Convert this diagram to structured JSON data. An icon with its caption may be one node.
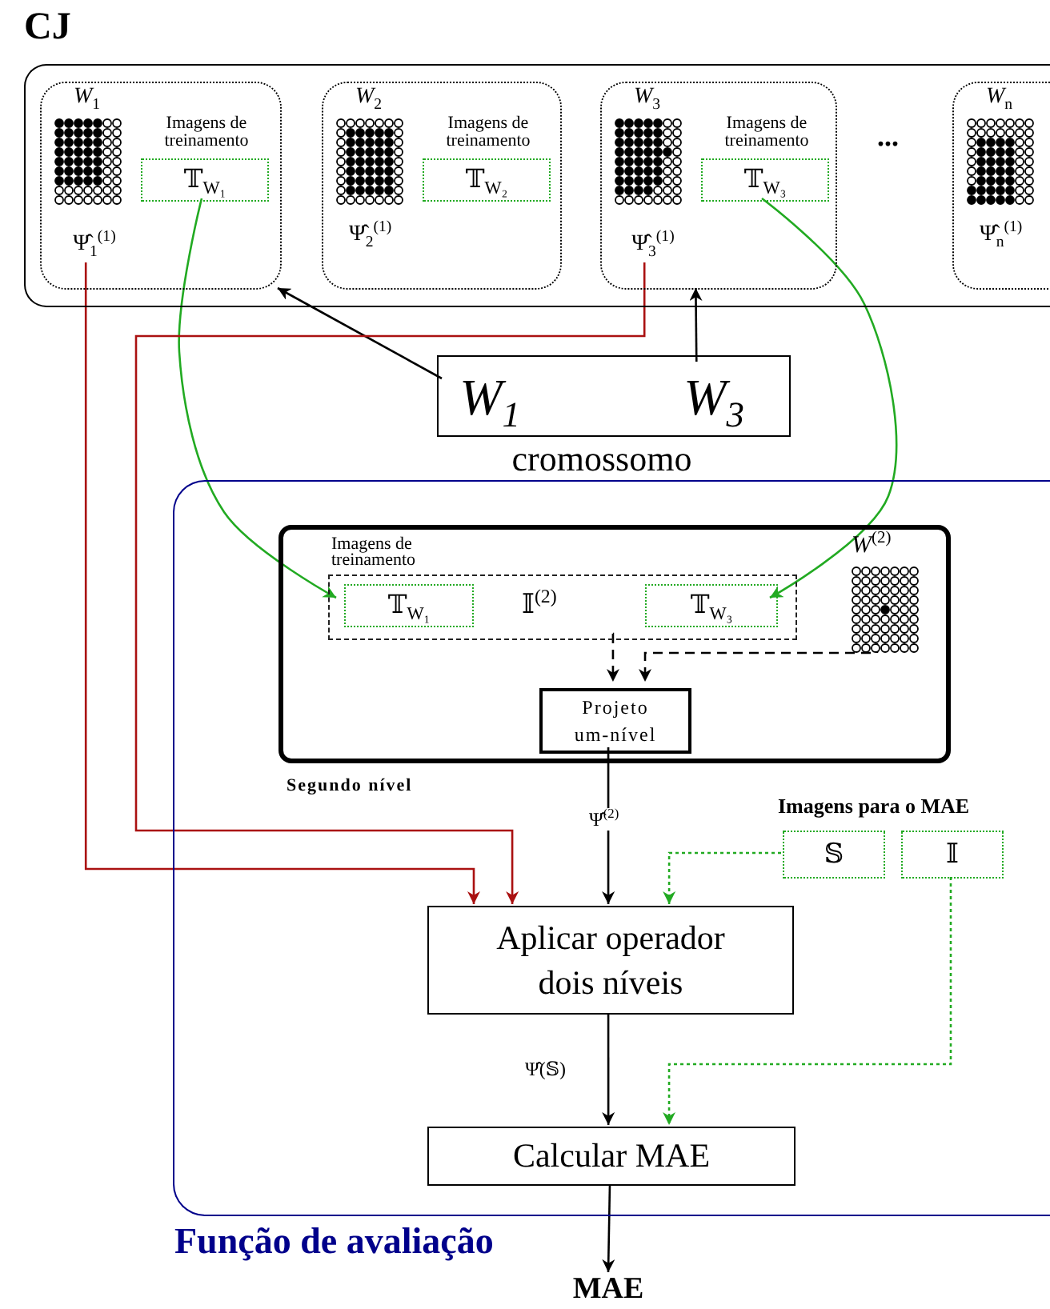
{
  "diagram": {
    "nodes": [
      {
        "text": [
          "CJ"
        ]
      },
      {
        "text": [
          "*W*$_{1}$",
          "Imagens de treinamento"
        ],
        "in": 0
      },
      {
        "text": [
          "𝕋$_{W₁}$"
        ],
        "in": 1
      },
      {
        "text": [
          "Ψ̂$_{1}$$^{(1)}$"
        ],
        "in": 1
      },
      {
        "text": [
          "*W*$_{2}$",
          "Imagens de treinamento",
          "Ψ̂$_{2}$$^{(1)}$"
        ],
        "in": 0
      },
      {
        "text": [
          "𝕋$_{W₂}$"
        ],
        "in": 4
      },
      {
        "text": [
          "*W*$_{3}$",
          "Imagens de treinamento"
        ],
        "in": 0
      },
      {
        "text": [
          "𝕋$_{W₃}$"
        ],
        "in": 6
      },
      {
        "text": [
          "Ψ̂$_{3}$$^{(1)}$"
        ],
        "in": 6
      },
      {
        "text": [
          "*W*$_{n}$",
          "Ψ̂$_{n}$$^{(1)}$"
        ],
        "in": 0
      },
      {
        "text": [],
        "shape": "box",
        "beside": [
          "cromossomo"
        ]
      },
      {
        "text": [
          "*W*$_{1}$"
        ],
        "in": 10
      },
      {
        "text": [
          "*W*$_{3}$"
        ],
        "in": 10
      },
      {
        "text": [
          "Função de avaliação"
        ]
      },
      {
        "text": [
          "Segundo nível"
        ],
        "in": 13
      },
      {
        "text": [
          "Imagens de treinamento",
          "𝕀$^{(2)}$"
        ],
        "in": 14
      },
      {
        "text": [
          "𝕋$_{W₁}$"
        ],
        "in": 15
      },
      {
        "text": [
          "𝕋$_{W₃}$"
        ],
        "in": 15
      },
      {
        "text": [
          "*W*$^{(2)}$"
        ],
        "in": 14
      },
      {
        "text": [
          "Projeto um-nível"
        ],
        "in": 14
      },
      {
        "text": [
          "Aplicar operador dois níveis"
        ],
        "in": 13
      },
      {
        "text": [
          "𝕊"
        ],
        "in": 13
      },
      {
        "text": [
          "𝕀"
        ],
        "in": 13
      },
      {
        "text": [
          "Calcular MAE"
        ],
        "in": 13
      },
      {
        "text": [
          "MAE"
        ]
      }
    ],
    "edges": [
      {
        "from": 11,
        "to": 1,
        "arrow": "to"
      },
      {
        "from": 12,
        "to": 6,
        "arrow": "to"
      },
      {
        "from": 2,
        "to": 16,
        "arrow": "to",
        "color": "#22aa22"
      },
      {
        "from": 7,
        "to": 17,
        "arrow": "to",
        "color": "#22aa22"
      },
      {
        "from": 3,
        "to": 20,
        "arrow": "to",
        "color": "#aa1111"
      },
      {
        "from": 8,
        "to": 20,
        "arrow": "to",
        "color": "#aa1111"
      },
      {
        "from": 15,
        "to": 19,
        "arrow": "to",
        "style": "dashed"
      },
      {
        "from": 18,
        "to": 19,
        "arrow": "to",
        "style": "dashed"
      },
      {
        "from": 19,
        "to": 20,
        "arrow": "to",
        "label": "Ψ̂$^{(2)}$"
      },
      {
        "from": 21,
        "to": 20,
        "arrow": "to",
        "style": "dashed",
        "color": "#22aa22"
      },
      {
        "from": 20,
        "to": 23,
        "arrow": "to",
        "label": "Ψ̂(𝕊)"
      },
      {
        "from": 22,
        "to": 23,
        "arrow": "to",
        "style": "dashed",
        "color": "#22aa22"
      },
      {
        "from": 23,
        "to": 24,
        "arrow": "to"
      }
    ],
    "labels": [
      "...",
      "Imagens para o MAE"
    ]
  }
}
